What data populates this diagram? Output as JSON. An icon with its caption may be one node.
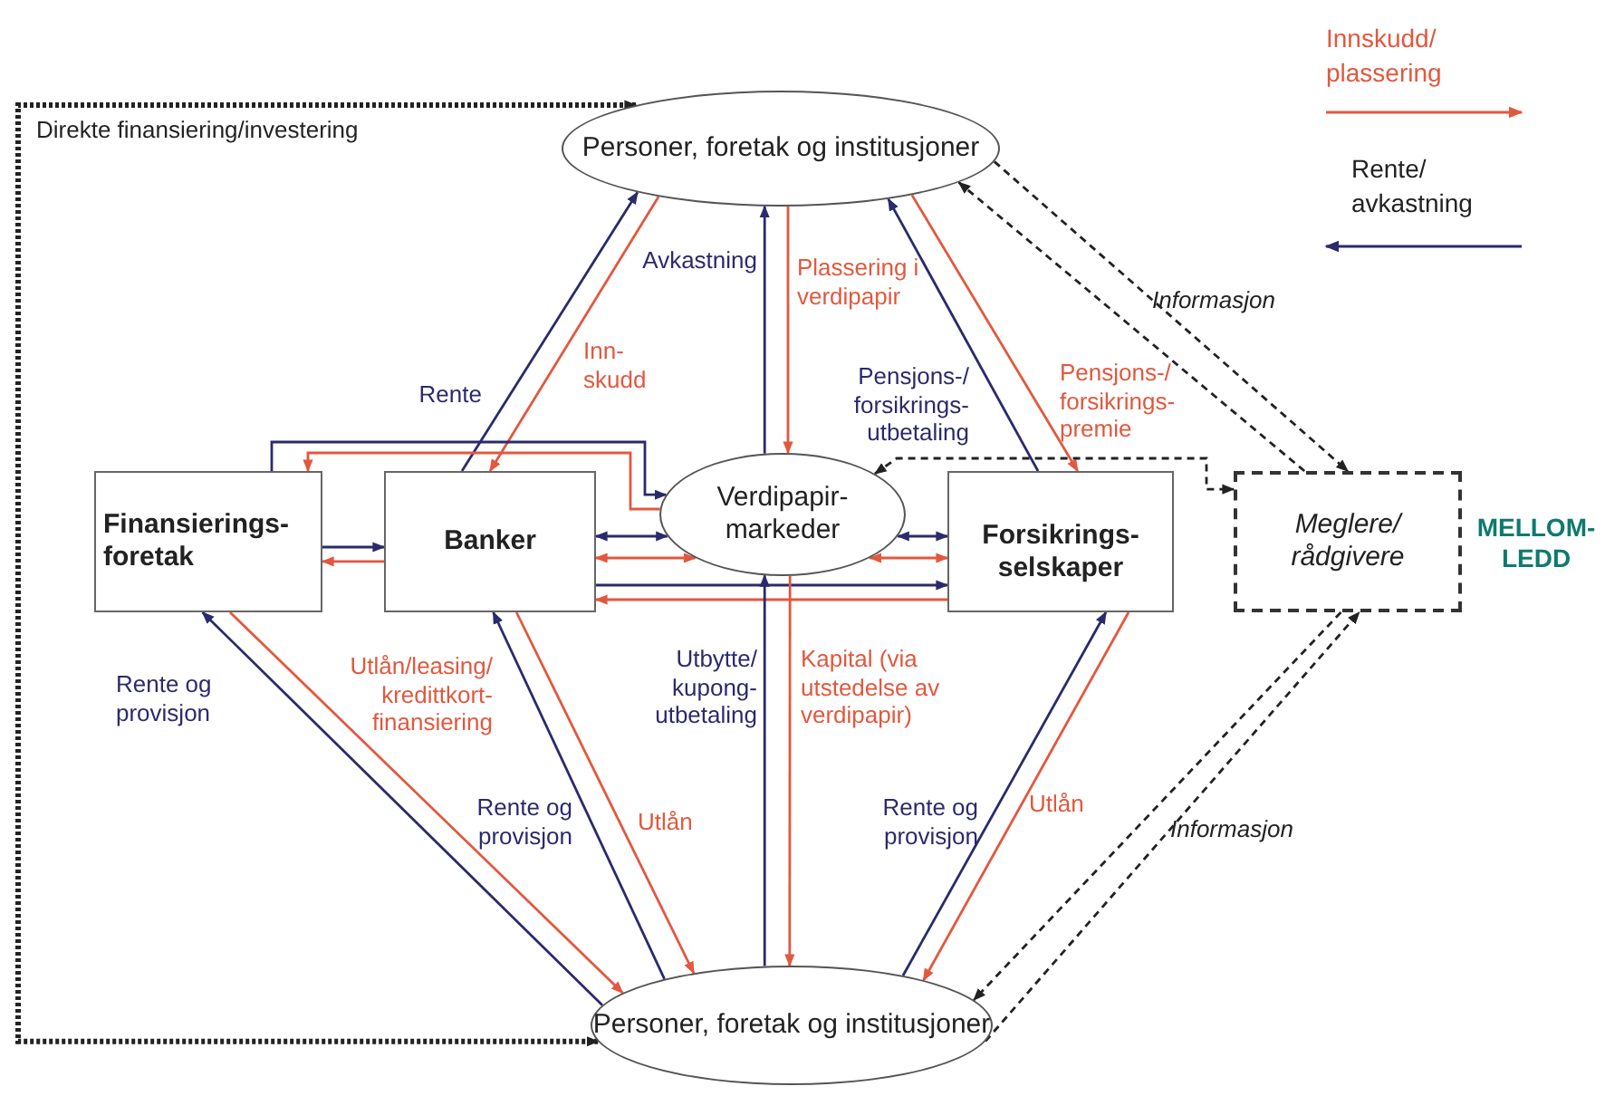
{
  "diagram": {
    "nodes": [
      {
        "text": [
          "Personer, foretak og institusjoner"
        ]
      },
      {
        "text": [
          "Finansierings- foretak"
        ]
      },
      {
        "text": [
          "Banker"
        ]
      },
      {
        "text": [
          "Verdipapir- markeder"
        ]
      },
      {
        "text": [
          "Forsikrings- selskaper"
        ]
      },
      {
        "text": [
          "Meglere/ rådgivere"
        ],
        "beside": [
          "MELLOM- LEDD"
        ]
      },
      {
        "text": [
          "Personer, foretak og institusjoner"
        ]
      }
    ],
    "edges": [
      {
        "from": 6,
        "to": 0,
        "arrow": "both",
        "label": "Direkte finansiering/investering",
        "style": "dashed"
      },
      {
        "from": 2,
        "to": 0,
        "arrow": "to",
        "label": "Rente",
        "color": "#2b2a6b"
      },
      {
        "from": 0,
        "to": 2,
        "arrow": "to",
        "label": "Inn- skudd",
        "color": "#e2583e"
      },
      {
        "from": 3,
        "to": 0,
        "arrow": "to",
        "label": "Avkastning",
        "color": "#2b2a6b"
      },
      {
        "from": 0,
        "to": 3,
        "arrow": "to",
        "label": "Plassering i verdipapir",
        "color": "#e2583e"
      },
      {
        "from": 4,
        "to": 0,
        "arrow": "to",
        "label": "Pensjons-/ forsikrings- utbetaling",
        "color": "#2b2a6b"
      },
      {
        "from": 0,
        "to": 4,
        "arrow": "to",
        "label": "Pensjons-/ forsikrings- premie",
        "color": "#e2583e"
      },
      {
        "from": 0,
        "to": 5,
        "arrow": "to",
        "label": "Informasjon",
        "style": "dashed"
      },
      {
        "from": 5,
        "to": 0,
        "arrow": "to",
        "style": "dashed"
      },
      {
        "from": 3,
        "to": 5,
        "arrow": "both",
        "style": "dashed"
      },
      {
        "from": 1,
        "to": 3,
        "arrow": "to",
        "color": "#2b2a6b"
      },
      {
        "from": 3,
        "to": 1,
        "arrow": "to",
        "color": "#e2583e"
      },
      {
        "from": 1,
        "to": 2,
        "arrow": "to",
        "color": "#2b2a6b"
      },
      {
        "from": 2,
        "to": 1,
        "arrow": "to",
        "color": "#e2583e"
      },
      {
        "from": 2,
        "to": 3,
        "arrow": "both",
        "color": "#2b2a6b"
      },
      {
        "from": 2,
        "to": 3,
        "arrow": "both",
        "color": "#e2583e"
      },
      {
        "from": 2,
        "to": 4,
        "arrow": "to",
        "color": "#2b2a6b"
      },
      {
        "from": 4,
        "to": 2,
        "arrow": "to",
        "color": "#e2583e"
      },
      {
        "from": 3,
        "to": 4,
        "arrow": "both",
        "color": "#2b2a6b"
      },
      {
        "from": 3,
        "to": 4,
        "arrow": "both",
        "color": "#e2583e"
      },
      {
        "from": 6,
        "to": 1,
        "arrow": "to",
        "label": "Rente og provisjon",
        "color": "#2b2a6b"
      },
      {
        "from": 1,
        "to": 6,
        "arrow": "to",
        "label": "Utlån/leasing/ kredittkort- finansiering",
        "color": "#e2583e"
      },
      {
        "from": 6,
        "to": 2,
        "arrow": "to",
        "label": "Rente og provisjon",
        "color": "#2b2a6b"
      },
      {
        "from": 2,
        "to": 6,
        "arrow": "to",
        "label": "Utlån",
        "color": "#e2583e"
      },
      {
        "from": 6,
        "to": 3,
        "arrow": "to",
        "label": "Utbytte/ kupong- utbetaling",
        "color": "#2b2a6b"
      },
      {
        "from": 3,
        "to": 6,
        "arrow": "to",
        "label": "Kapital (via utstedelse av verdipapir)",
        "color": "#e2583e"
      },
      {
        "from": 6,
        "to": 4,
        "arrow": "to",
        "label": "Rente og provisjon",
        "color": "#2b2a6b"
      },
      {
        "from": 4,
        "to": 6,
        "arrow": "to",
        "label": "Utlån",
        "color": "#e2583e"
      },
      {
        "from": 5,
        "to": 6,
        "arrow": "to",
        "style": "dashed"
      },
      {
        "from": 6,
        "to": 5,
        "arrow": "to",
        "label": "Informasjon",
        "style": "dashed"
      }
    ],
    "legend": [
      {
        "text": "Innskudd/ plassering"
      },
      {
        "text": "Rente/ avkastning"
      }
    ]
  }
}
